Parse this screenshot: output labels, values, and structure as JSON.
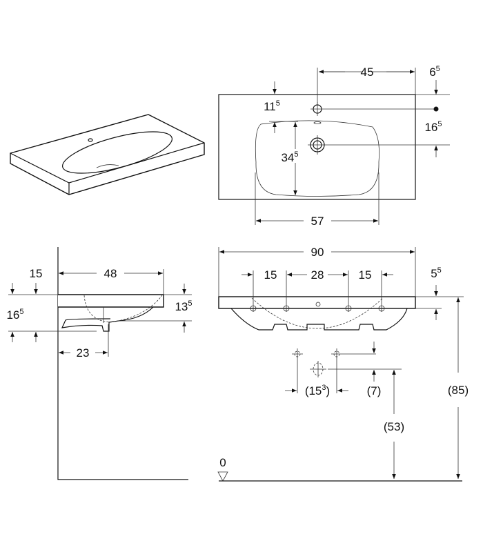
{
  "top_view": {
    "d45": "45",
    "d65": [
      "6",
      "5"
    ],
    "d115": [
      "11",
      "5"
    ],
    "d165": [
      "16",
      "5"
    ],
    "d345": [
      "34",
      "5"
    ],
    "d57": "57"
  },
  "side_view": {
    "d15": "15",
    "d48": "48",
    "d135": [
      "13",
      "5"
    ],
    "d165": [
      "16",
      "5"
    ],
    "d23": "23"
  },
  "front_view": {
    "d90": "90",
    "d15a": "15",
    "d28": "28",
    "d15b": "15",
    "d55": [
      "5",
      "5"
    ],
    "d153": [
      "(15",
      "3",
      ")"
    ],
    "d7": "(7)",
    "d85": "(85)",
    "d53": "(53)",
    "floor": "0"
  }
}
